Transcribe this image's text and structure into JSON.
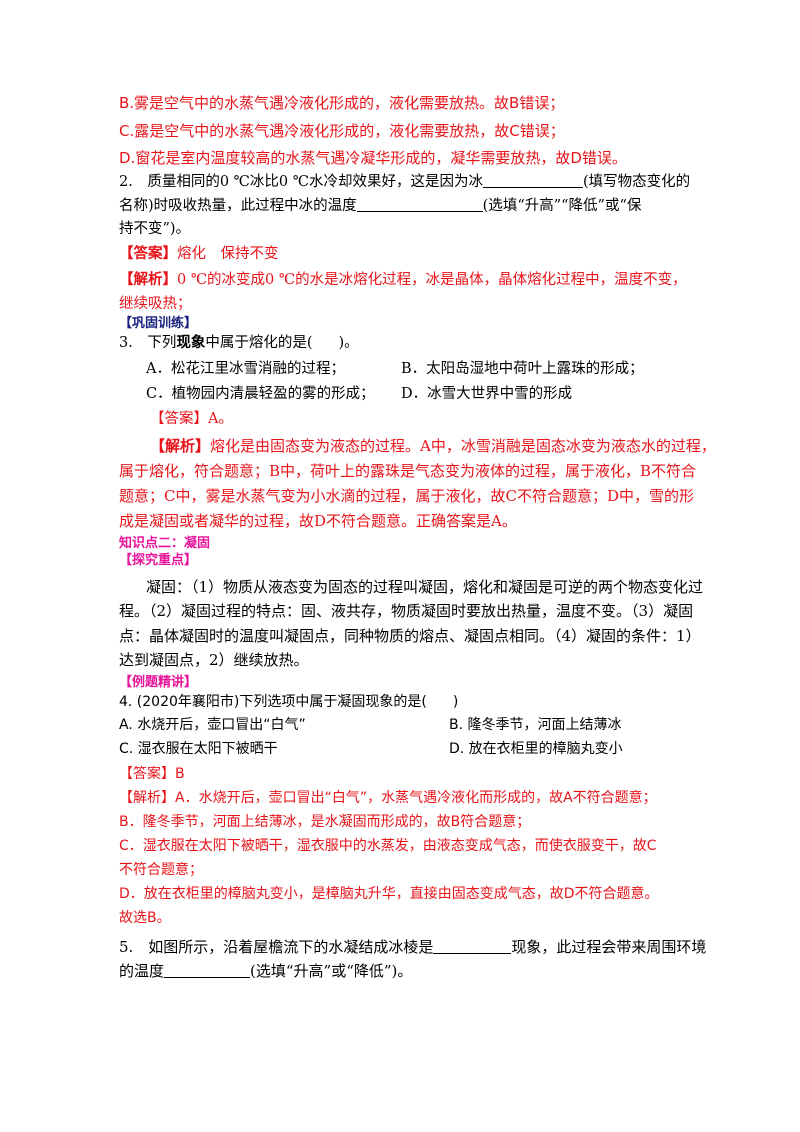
{
  "q1_options": {
    "b": "B.雾是空气中的水蒸气遇冷液化形成的，液化需要放热。故B错误；",
    "c": "C.露是空气中的水蒸气遇冷液化形成的，液化需要放热，故C错误；",
    "d": "D.窗花是室内温度较高的水蒸气遇冷凝华形成的，凝华需要放热，故D错误。"
  },
  "q2": {
    "line1_a": "2.　质量相同的0 ℃冰比0 ℃水冷却效果好，这是因为冰",
    "line1_b": "(填写物态变化的",
    "line2_a": "名称)时吸收热量，此过程中冰的温度",
    "line2_b": "(选填“升高”“降低”或“保",
    "line3": "持不变”)。",
    "answer_tag": "【答案】",
    "answer": "熔化　保持不变",
    "analysis_tag": "【解析】",
    "analysis_1": "0 ℃的冰变成0 ℃的水是冰熔化过程，冰是晶体，晶体熔化过程中，温度不变，",
    "analysis_2": "继续吸热；"
  },
  "consolidate": {
    "heading": "【巩固训练】"
  },
  "q3": {
    "stem_a": "3.　下列",
    "stem_b": "现象",
    "stem_c": "中属于熔化的是(",
    "stem_d": ")。",
    "opt_a": "A．松花江里冰雪消融的过程；",
    "opt_b": "B．太阳岛湿地中荷叶上露珠的形成；",
    "opt_c": "C．植物园内清晨轻盈的雾的形成；",
    "opt_d": "D．冰雪大世界中雪的形成",
    "answer": "【答案】A。",
    "analysis_tag": "【解析】",
    "analysis_1": "熔化是由固态变为液态的过程。A中，冰雪消融是固态冰变为液态水的过程，",
    "analysis_2": "属于熔化，符合题意；B中，荷叶上的露珠是气态变为液体的过程，属于液化，B不符合",
    "analysis_3": "题意；C中，雾是水蒸气变为小水滴的过程，属于液化，故C不符合题意；D中，雪的形",
    "analysis_4": "成是凝固或者凝华的过程，故D不符合题意。正确答案是A。"
  },
  "kp2": {
    "heading": "知识点二：凝固",
    "explore": "【探究重点】",
    "p1": "凝固：（1）物质从液态变为固态的过程叫凝固，熔化和凝固是可逆的两个物态变化过",
    "p2": "程。（2）凝固过程的特点：固、液共存，物质凝固时要放出热量，温度不变。（3）凝固",
    "p3": "点：晶体凝固时的温度叫凝固点，同种物质的熔点、凝固点相同。（4）凝固的条件：1）",
    "p4": "达到凝固点，2）继续放热。"
  },
  "examples": {
    "heading": "【例题精讲】"
  },
  "q4": {
    "stem_a": "4. (2020年襄阳市)下列选项中属于凝固现象的是(",
    "stem_b": ")",
    "opt_a": "A. 水烧开后，壶口冒出“白气”",
    "opt_b": "B. 隆冬季节，河面上结薄冰",
    "opt_c": "C. 湿衣服在太阳下被晒干",
    "opt_d": "D. 放在衣柜里的樟脑丸变小",
    "answer": "【答案】B",
    "analysis_1": "【解析】A．水烧开后，壶口冒出“白气”，水蒸气遇冷液化而形成的，故A不符合题意；",
    "analysis_2": "B．隆冬季节，河面上结薄冰，是水凝固而形成的，故B符合题意；",
    "analysis_3": "C．湿衣服在太阳下被晒干，湿衣服中的水蒸发，由液态变成气态，而使衣服变干，故C",
    "analysis_4": "不符合题意；",
    "analysis_5": "D．放在衣柜里的樟脑丸变小，是樟脑丸升华，直接由固态变成气态，故D不符合题意。",
    "analysis_6": "故选B。"
  },
  "q5": {
    "line1_a": "5.　如图所示，沿着屋檐流下的水凝结成冰棱是",
    "line1_b": "现象，此过程会带来周围环境",
    "line2_a": "的温度",
    "line2_b": "(选填“升高”或“降低”)。"
  }
}
